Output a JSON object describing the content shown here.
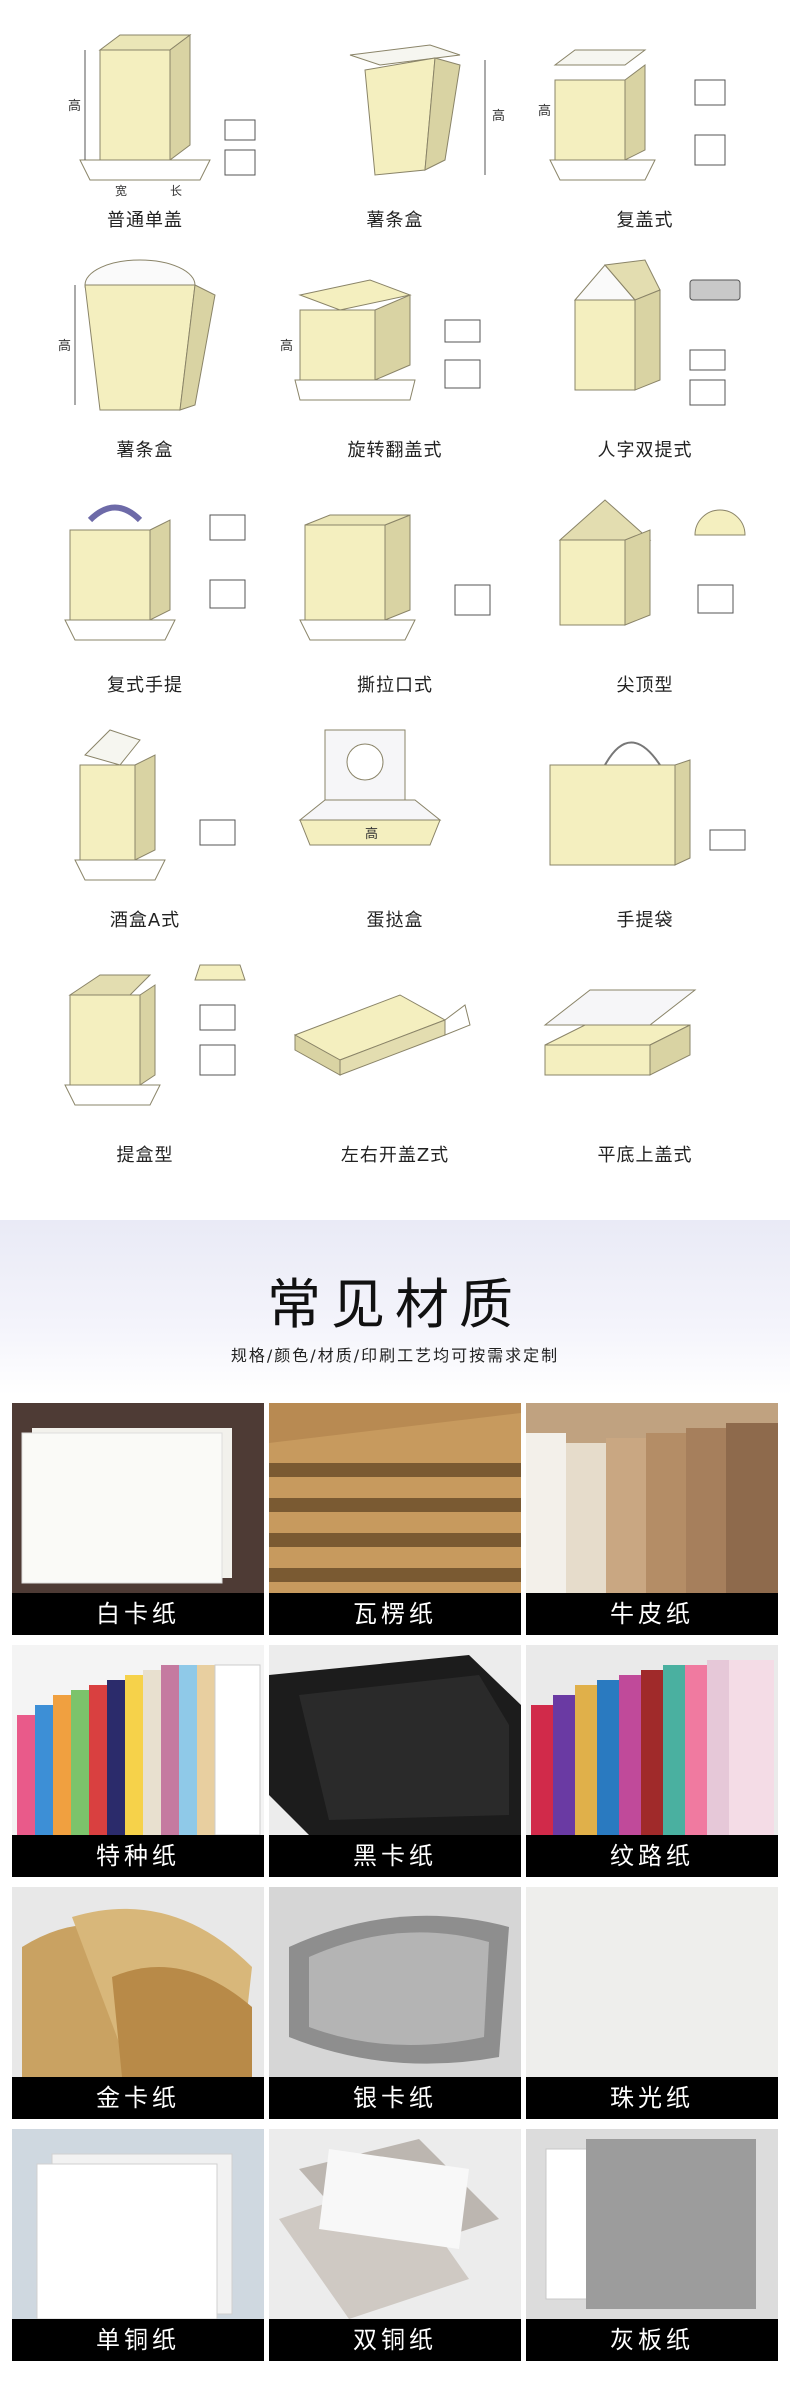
{
  "box_section": {
    "boxes": [
      {
        "label": "普通单盖"
      },
      {
        "label": "薯条盒"
      },
      {
        "label": "复盖式"
      },
      {
        "label": "薯条盒"
      },
      {
        "label": "旋转翻盖式"
      },
      {
        "label": "人字双提式"
      },
      {
        "label": "复式手提"
      },
      {
        "label": "撕拉口式"
      },
      {
        "label": "尖顶型"
      },
      {
        "label": "酒盒A式"
      },
      {
        "label": "蛋挞盒"
      },
      {
        "label": "手提袋"
      },
      {
        "label": "提盒型"
      },
      {
        "label": "左右开盖Z式"
      },
      {
        "label": "平底上盖式"
      }
    ],
    "dim_labels": [
      "高",
      "宽",
      "长"
    ]
  },
  "materials_section": {
    "title": "常见材质",
    "subtitle": "规格/颜色/材质/印刷工艺均可按需求定制",
    "items": [
      {
        "label": "白卡纸"
      },
      {
        "label": "瓦楞纸"
      },
      {
        "label": "牛皮纸"
      },
      {
        "label": "特种纸"
      },
      {
        "label": "黑卡纸"
      },
      {
        "label": "纹路纸"
      },
      {
        "label": "金卡纸"
      },
      {
        "label": "银卡纸"
      },
      {
        "label": "珠光纸"
      },
      {
        "label": "单铜纸"
      },
      {
        "label": "双铜纸"
      },
      {
        "label": "灰板纸"
      }
    ]
  },
  "colors": {
    "box_front": "#f4efbf",
    "box_side": "#d9d3a3",
    "box_edge": "#8a8468",
    "label_bar": "#000000"
  }
}
